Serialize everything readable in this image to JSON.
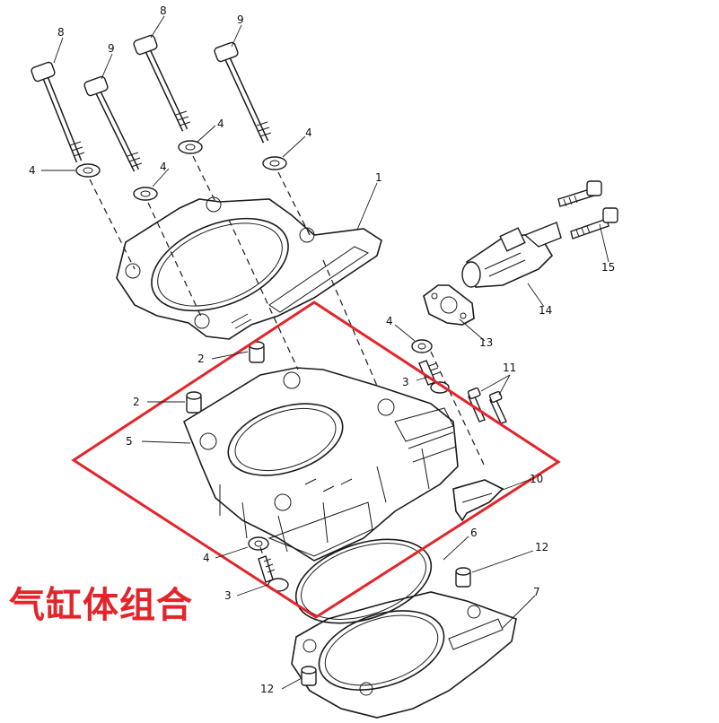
{
  "callouts": {
    "c1": "1",
    "c2a": "2",
    "c2b": "2",
    "c3a": "3",
    "c3b": "3",
    "c4a": "4",
    "c4b": "4",
    "c4c": "4",
    "c4d": "4",
    "c4e": "4",
    "c4f": "4",
    "c5": "5",
    "c6": "6",
    "c7": "7",
    "c8a": "8",
    "c8b": "8",
    "c9a": "9",
    "c9b": "9",
    "c10": "10",
    "c11": "11",
    "c12a": "12",
    "c12b": "12",
    "c13": "13",
    "c14": "14",
    "c15": "15"
  },
  "caption": "气缸体组合",
  "colors": {
    "highlight": "#e3242b",
    "line": "#1b1b1b"
  }
}
